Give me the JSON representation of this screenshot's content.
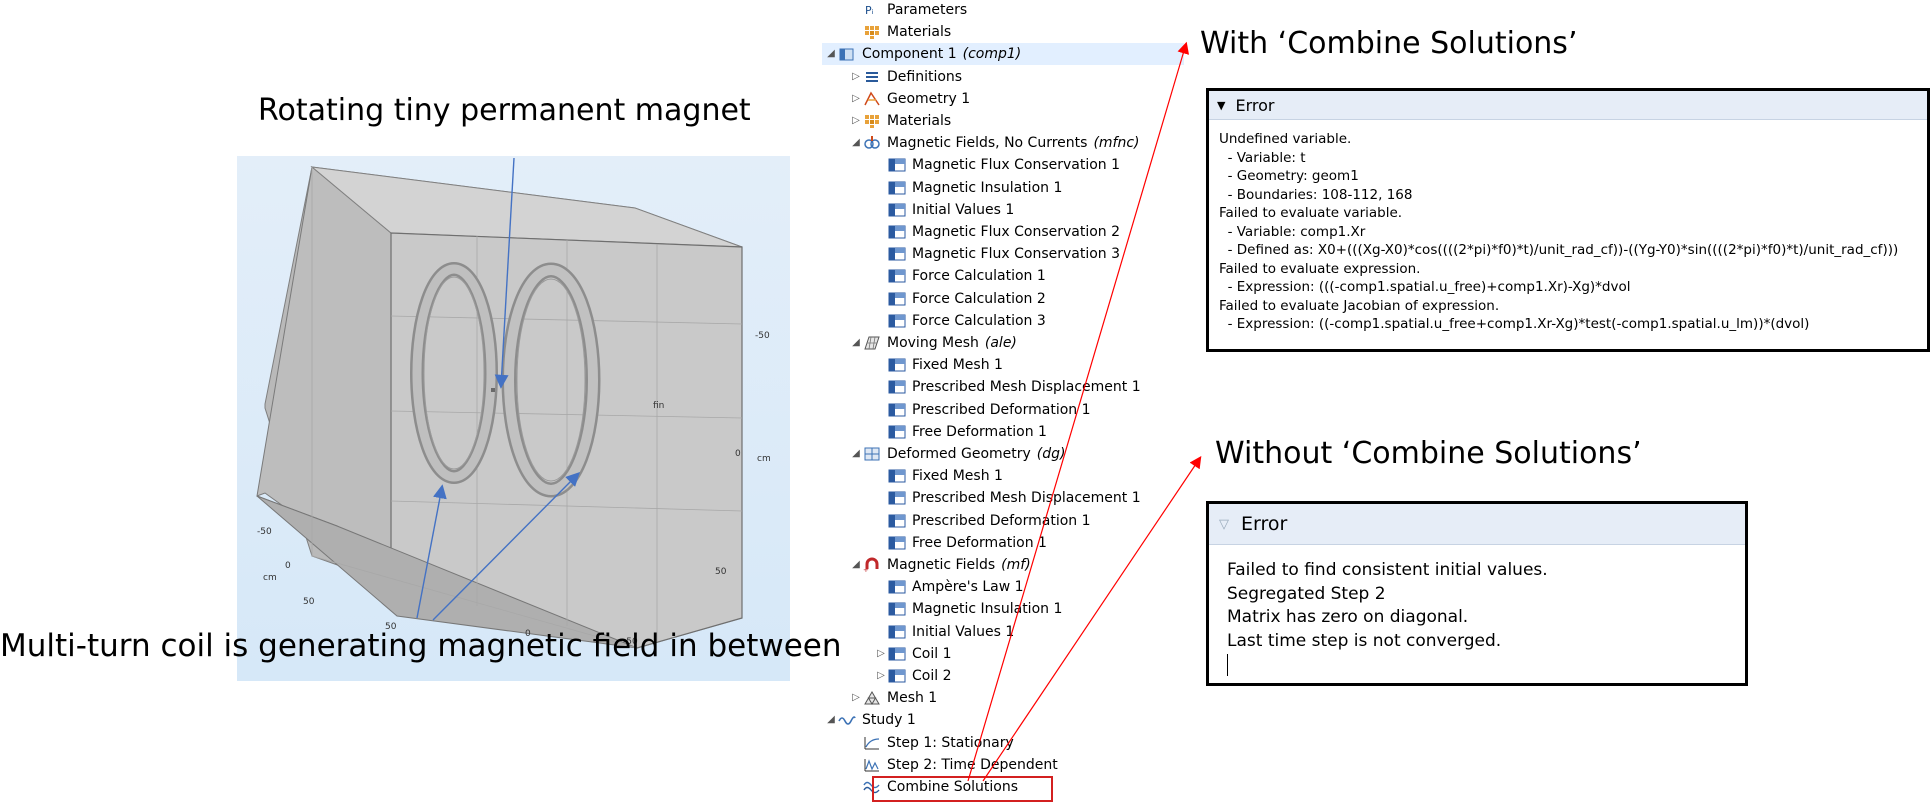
{
  "annotations": {
    "magnet_label": "Rotating tiny permanent magnet",
    "coil_label": "Multi-turn coil is generating magnetic field in between",
    "with_heading": "With ‘Combine Solutions’",
    "without_heading": "Without ‘Combine Solutions’"
  },
  "viewport": {
    "axis_ticks": [
      "-50",
      "0",
      "50",
      "-50",
      "0",
      "50",
      "50",
      "cm",
      "cm",
      "fin",
      "0",
      "-50"
    ]
  },
  "tree": [
    {
      "label": "Parameters",
      "icon": "parameters-icon",
      "depth": 1,
      "expander": "none"
    },
    {
      "label": "Materials",
      "icon": "materials-icon",
      "depth": 1,
      "expander": "none"
    },
    {
      "label": "Component 1",
      "tag": "(comp1)",
      "icon": "component-icon",
      "depth": 0,
      "expander": "expanded",
      "selected": true
    },
    {
      "label": "Definitions",
      "icon": "definitions-icon",
      "depth": 1,
      "expander": "collapsed"
    },
    {
      "label": "Geometry 1",
      "icon": "geometry-icon",
      "depth": 1,
      "expander": "collapsed"
    },
    {
      "label": "Materials",
      "icon": "materials-icon",
      "depth": 1,
      "expander": "collapsed"
    },
    {
      "label": "Magnetic Fields, No Currents",
      "tag": "(mfnc)",
      "icon": "physics-icon",
      "depth": 1,
      "expander": "expanded"
    },
    {
      "label": "Magnetic Flux Conservation 1",
      "icon": "feature-icon",
      "depth": 2,
      "expander": "none"
    },
    {
      "label": "Magnetic Insulation 1",
      "icon": "feature-icon",
      "depth": 2,
      "expander": "none"
    },
    {
      "label": "Initial Values 1",
      "icon": "feature-icon",
      "depth": 2,
      "expander": "none"
    },
    {
      "label": "Magnetic Flux Conservation 2",
      "icon": "feature-icon",
      "depth": 2,
      "expander": "none"
    },
    {
      "label": "Magnetic Flux Conservation 3",
      "icon": "feature-icon",
      "depth": 2,
      "expander": "none"
    },
    {
      "label": "Force Calculation 1",
      "icon": "feature-icon",
      "depth": 2,
      "expander": "none"
    },
    {
      "label": "Force Calculation 2",
      "icon": "feature-icon",
      "depth": 2,
      "expander": "none"
    },
    {
      "label": "Force Calculation 3",
      "icon": "feature-icon",
      "depth": 2,
      "expander": "none"
    },
    {
      "label": "Moving Mesh",
      "tag": "(ale)",
      "icon": "moving-mesh-icon",
      "depth": 1,
      "expander": "expanded"
    },
    {
      "label": "Fixed Mesh 1",
      "icon": "feature-icon",
      "depth": 2,
      "expander": "none"
    },
    {
      "label": "Prescribed Mesh Displacement 1",
      "icon": "feature-icon",
      "depth": 2,
      "expander": "none"
    },
    {
      "label": "Prescribed Deformation 1",
      "icon": "feature-icon",
      "depth": 2,
      "expander": "none"
    },
    {
      "label": "Free Deformation 1",
      "icon": "feature-icon",
      "depth": 2,
      "expander": "none"
    },
    {
      "label": "Deformed Geometry",
      "tag": "(dg)",
      "icon": "deformed-geometry-icon",
      "depth": 1,
      "expander": "expanded"
    },
    {
      "label": "Fixed Mesh 1",
      "icon": "feature-icon",
      "depth": 2,
      "expander": "none"
    },
    {
      "label": "Prescribed Mesh Displacement 1",
      "icon": "feature-icon",
      "depth": 2,
      "expander": "none"
    },
    {
      "label": "Prescribed Deformation 1",
      "icon": "feature-icon",
      "depth": 2,
      "expander": "none"
    },
    {
      "label": "Free Deformation 1",
      "icon": "feature-icon",
      "depth": 2,
      "expander": "none"
    },
    {
      "label": "Magnetic Fields",
      "tag": "(mf)",
      "icon": "magnet-icon",
      "depth": 1,
      "expander": "expanded"
    },
    {
      "label": "Ampère's Law 1",
      "icon": "feature-icon",
      "depth": 2,
      "expander": "none"
    },
    {
      "label": "Magnetic Insulation 1",
      "icon": "feature-icon",
      "depth": 2,
      "expander": "none"
    },
    {
      "label": "Initial Values 1",
      "icon": "feature-icon",
      "depth": 2,
      "expander": "none"
    },
    {
      "label": "Coil 1",
      "icon": "feature-icon",
      "depth": 2,
      "expander": "collapsed"
    },
    {
      "label": "Coil 2",
      "icon": "feature-icon",
      "depth": 2,
      "expander": "collapsed"
    },
    {
      "label": "Mesh 1",
      "icon": "mesh-icon",
      "depth": 1,
      "expander": "collapsed"
    },
    {
      "label": "Study 1",
      "icon": "study-icon",
      "depth": 0,
      "expander": "expanded"
    },
    {
      "label": "Step 1: Stationary",
      "icon": "stationary-icon",
      "depth": 1,
      "expander": "none"
    },
    {
      "label": "Step 2: Time Dependent",
      "icon": "time-dependent-icon",
      "depth": 1,
      "expander": "none"
    },
    {
      "label": "Combine Solutions",
      "icon": "combine-solutions-icon",
      "depth": 1,
      "expander": "none",
      "highlighted": true
    }
  ],
  "error_with": {
    "title": "Error",
    "lines": [
      "Undefined variable.",
      "  - Variable: t",
      "  - Geometry: geom1",
      "  - Boundaries: 108-112, 168",
      "Failed to evaluate variable.",
      "  - Variable: comp1.Xr",
      "  - Defined as: X0+(((Xg-X0)*cos((((2*pi)*f0)*t)/unit_rad_cf))-((Yg-Y0)*sin((((2*pi)*f0)*t)/unit_rad_cf)))",
      "Failed to evaluate expression.",
      "  - Expression: (((-comp1.spatial.u_free)+comp1.Xr)-Xg)*dvol",
      "Failed to evaluate Jacobian of expression.",
      "  - Expression: ((-comp1.spatial.u_free+comp1.Xr-Xg)*test(-comp1.spatial.u_lm))*(dvol)"
    ]
  },
  "error_without": {
    "title": "Error",
    "lines": [
      "Failed to find consistent initial values.",
      "Segregated Step 2",
      "Matrix has zero on diagonal.",
      "Last time step is not converged."
    ]
  },
  "colors": {
    "arrow_blue": "#4472c4",
    "arrow_red": "#ff0000",
    "highlight_box": "#d32020",
    "selection": "#e2efff",
    "error_header": "#e6edf7"
  }
}
